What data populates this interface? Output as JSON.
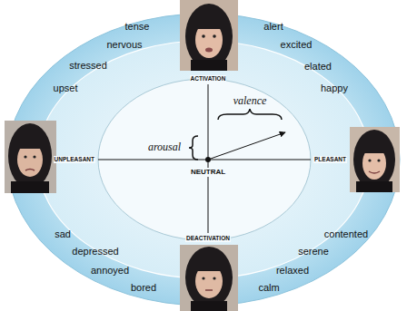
{
  "diagram": {
    "labels": [
      "tense",
      "nervous",
      "stressed",
      "upset",
      "alert",
      "excited",
      "elated",
      "happy",
      "sad",
      "depressed",
      "annoyed",
      "bored",
      "contented",
      "serene",
      "relaxed",
      "calm",
      "ACTIVATION",
      "DEACTIVATION",
      "UNPLEASANT",
      "PLEASANT",
      "NEUTRAL",
      "valence",
      "arousal"
    ]
  }
}
